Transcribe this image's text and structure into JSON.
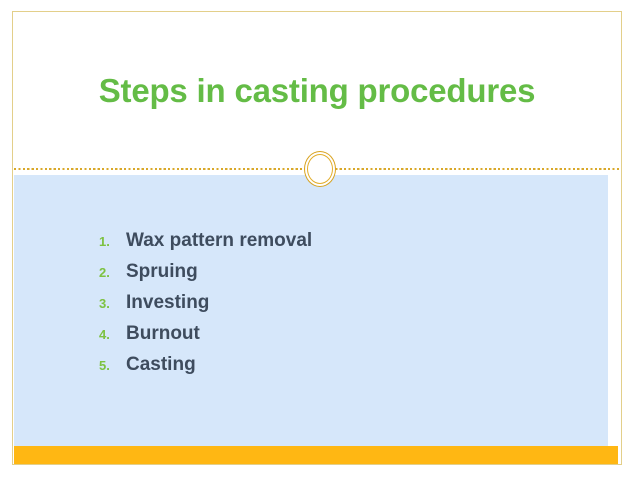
{
  "slide": {
    "title": "Steps in casting procedures",
    "steps": [
      {
        "number": "1.",
        "label": "Wax pattern removal"
      },
      {
        "number": "2.",
        "label": "Spruing"
      },
      {
        "number": "3.",
        "label": "Investing"
      },
      {
        "number": "4.",
        "label": "Burnout"
      },
      {
        "number": "5.",
        "label": "Casting"
      }
    ],
    "ornament": "gold-double-ring",
    "colors": {
      "title_green": "#64BC46",
      "number_green": "#7DC242",
      "body_text": "#3E4C5E",
      "panel_blue": "#D6E7FA",
      "accent_orange": "#FFB713",
      "border_gold": "#E3CF8A",
      "divider_gold": "#D9A82A",
      "background": "#FFFFFF"
    }
  }
}
